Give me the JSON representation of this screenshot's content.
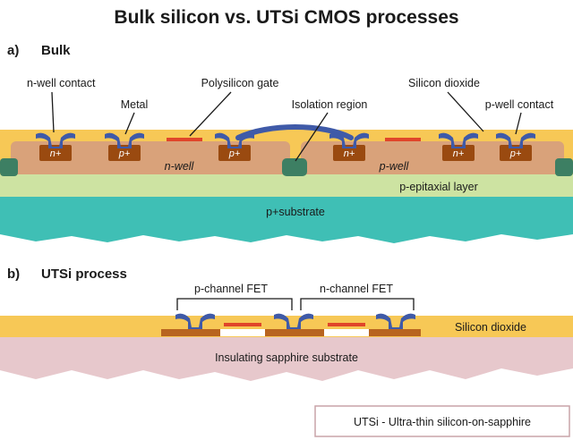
{
  "title": "Bulk silicon vs. UTSi CMOS processes",
  "section_a": {
    "letter": "a)",
    "name": "Bulk"
  },
  "section_b": {
    "letter": "b)",
    "name": "UTSi process"
  },
  "callouts_a": {
    "nwell_contact": "n-well contact",
    "metal": "Metal",
    "poly_gate": "Polysilicon gate",
    "isolation": "Isolation region",
    "oxide": "Silicon dioxide",
    "pwell_contact": "p-well contact"
  },
  "doping": {
    "n_plus": "n+",
    "p_plus": "p+"
  },
  "regions_a": {
    "nwell": "n-well",
    "pwell": "p-well",
    "epi": "p-epitaxial layer",
    "substrate": "p+substrate"
  },
  "regions_b": {
    "pfet": "p-channel FET",
    "nfet": "n-channel FET",
    "oxide": "Silicon dioxide",
    "sapphire": "Insulating sapphire substrate"
  },
  "legend": "UTSi - Ultra-thin silicon-on-sapphire",
  "colors": {
    "oxide": "#f7c856",
    "well": "#d9a27a",
    "implant": "#9a4a10",
    "metal": "#3f5aa8",
    "epi": "#cde3a2",
    "substrate": "#3fbfb5",
    "isolation": "#3d7f63",
    "gate": "#e0452a",
    "sapphire": "#e7c8cc",
    "island": "#b8641f"
  }
}
